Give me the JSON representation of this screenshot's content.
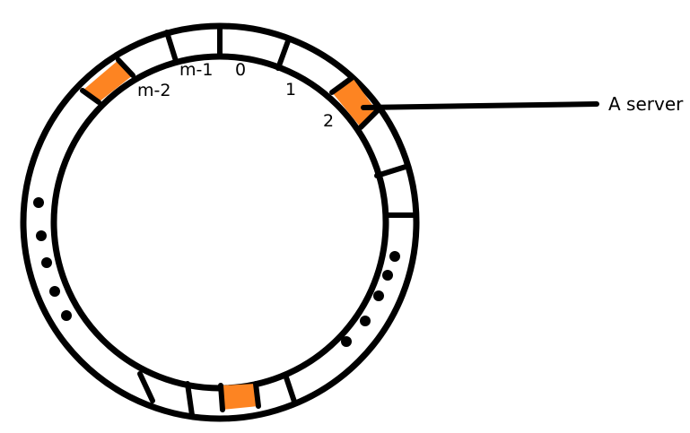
{
  "slot_labels": {
    "slot_0": "0",
    "slot_1": "1",
    "slot_2": "2",
    "slot_m1": "m-1",
    "slot_m2": "m-2"
  },
  "callout": {
    "label": "A server"
  },
  "colors": {
    "ring_stroke": "#000000",
    "server_fill": "#fd8422",
    "background": "#ffffff"
  },
  "occupied_slots": [
    "slot m-2 (upper left)",
    "slot 2 (upper right)",
    "slot at bottom"
  ],
  "ellipsis_groups": [
    "left side dots",
    "right side dots"
  ]
}
